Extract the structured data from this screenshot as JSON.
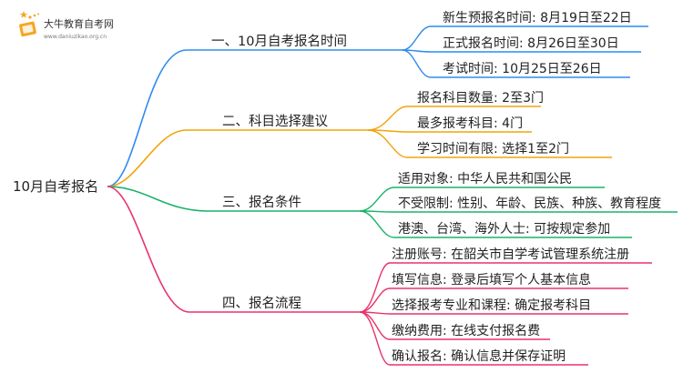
{
  "brand": {
    "name": "大牛教育自考网",
    "url": "www.daniuzikao.org.cn",
    "colors": {
      "orange": "#F5A623",
      "blue": "#2E8BF0"
    }
  },
  "mindmap": {
    "root": "10月自考报名",
    "branches": [
      {
        "label": "一、10月自考报名时间",
        "color": "#2E8BF0",
        "leaves": [
          "新生预报名时间: 8月19日至22日",
          "正式报名时间: 8月26日至30日",
          "考试时间: 10月25日至26日"
        ]
      },
      {
        "label": "二、科目选择建议",
        "color": "#F4A30B",
        "leaves": [
          "报名科目数量: 2至3门",
          "最多报考科目: 4门",
          "学习时间有限: 选择1至2门"
        ]
      },
      {
        "label": "三、报名条件",
        "color": "#19B36B",
        "leaves": [
          "适用对象: 中华人民共和国公民",
          "不受限制: 性别、年龄、民族、种族、教育程度",
          "港澳、台湾、海外人士: 可按规定参加"
        ]
      },
      {
        "label": "四、报名流程",
        "color": "#E8336B",
        "leaves": [
          "注册账号: 在韶关市自学考试管理系统注册",
          "填写信息: 登录后填写个人基本信息",
          "选择报考专业和课程: 确定报考科目",
          "缴纳费用: 在线支付报名费",
          "确认报名: 确认信息并保存证明"
        ]
      }
    ]
  }
}
